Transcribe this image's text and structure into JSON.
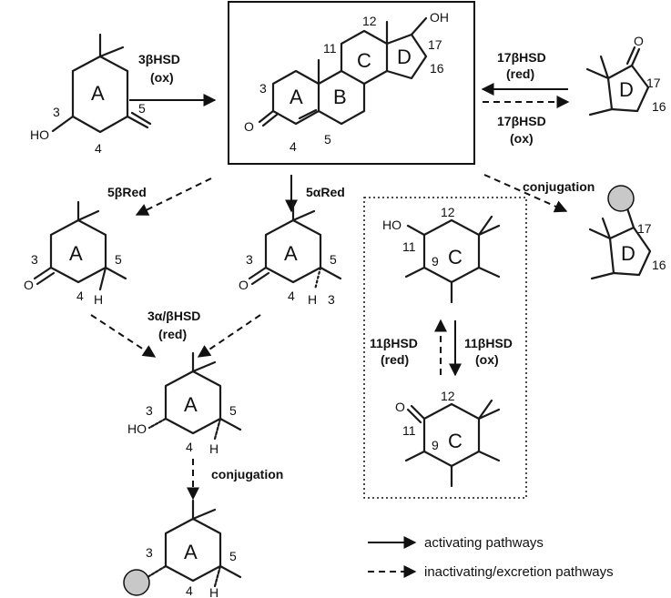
{
  "enzymes": {
    "hsd3b": "3βHSD",
    "hsd3b_ox": "(ox)",
    "red5b": "5βRed",
    "red5a": "5αRed",
    "hsd3ab": "3α/βHSD",
    "hsd3ab_red": "(red)",
    "hsd17b_red_1": "17βHSD",
    "hsd17b_red_2": "(red)",
    "hsd17b_ox_1": "17βHSD",
    "hsd17b_ox_2": "(ox)",
    "hsd11b_red_1": "11βHSD",
    "hsd11b_red_2": "(red)",
    "hsd11b_ox_1": "11βHSD",
    "hsd11b_ox_2": "(ox)",
    "conj_top": "conjugation",
    "conj_bottom": "conjugation"
  },
  "rings": {
    "A": "A",
    "B": "B",
    "C": "C",
    "D": "D"
  },
  "atoms": {
    "O": "O",
    "HO": "HO",
    "OH": "OH",
    "H": "H"
  },
  "locants": {
    "n3": "3",
    "n4": "4",
    "n5": "5",
    "n9": "9",
    "n11": "11",
    "n12": "12",
    "n16": "16",
    "n17": "17"
  },
  "legend": {
    "activating": "activating pathways",
    "inactivating": "inactivating/excretion pathways"
  },
  "colors": {
    "line": "#111111",
    "conjugate": "#c8c8c8"
  }
}
